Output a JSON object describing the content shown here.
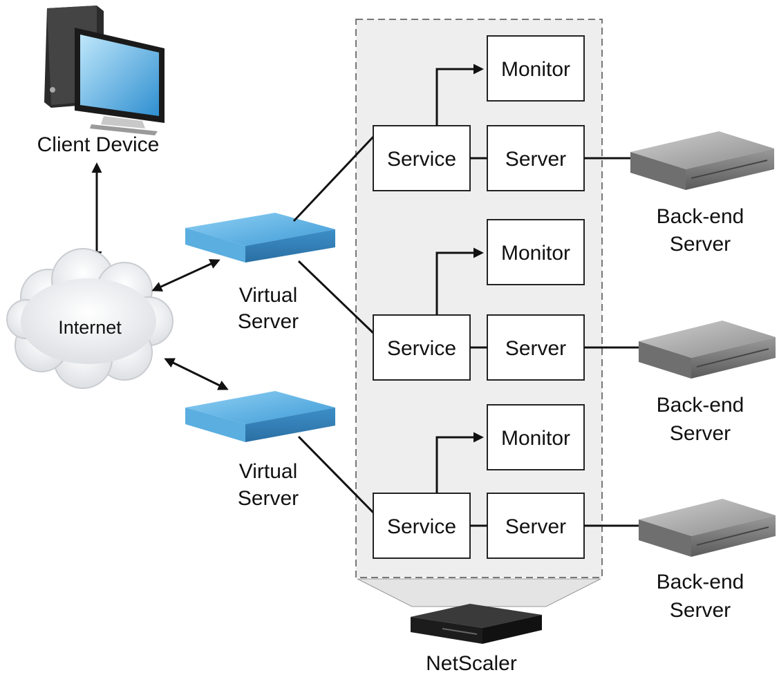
{
  "client": {
    "label": "Client Device"
  },
  "internet": {
    "label": "Internet"
  },
  "virtual_servers": [
    {
      "line1": "Virtual",
      "line2": "Server"
    },
    {
      "line1": "Virtual",
      "line2": "Server"
    }
  ],
  "groups": [
    {
      "monitor": "Monitor",
      "service": "Service",
      "server": "Server",
      "backend_line1": "Back-end",
      "backend_line2": "Server"
    },
    {
      "monitor": "Monitor",
      "service": "Service",
      "server": "Server",
      "backend_line1": "Back-end",
      "backend_line2": "Server"
    },
    {
      "monitor": "Monitor",
      "service": "Service",
      "server": "Server",
      "backend_line1": "Back-end",
      "backend_line2": "Server"
    }
  ],
  "appliance": {
    "label": "NetScaler"
  },
  "colors": {
    "virtual_server": "#4fa3d9",
    "netscaler_panel": "#eeeeee",
    "backend_server": "#8a8a8a"
  }
}
